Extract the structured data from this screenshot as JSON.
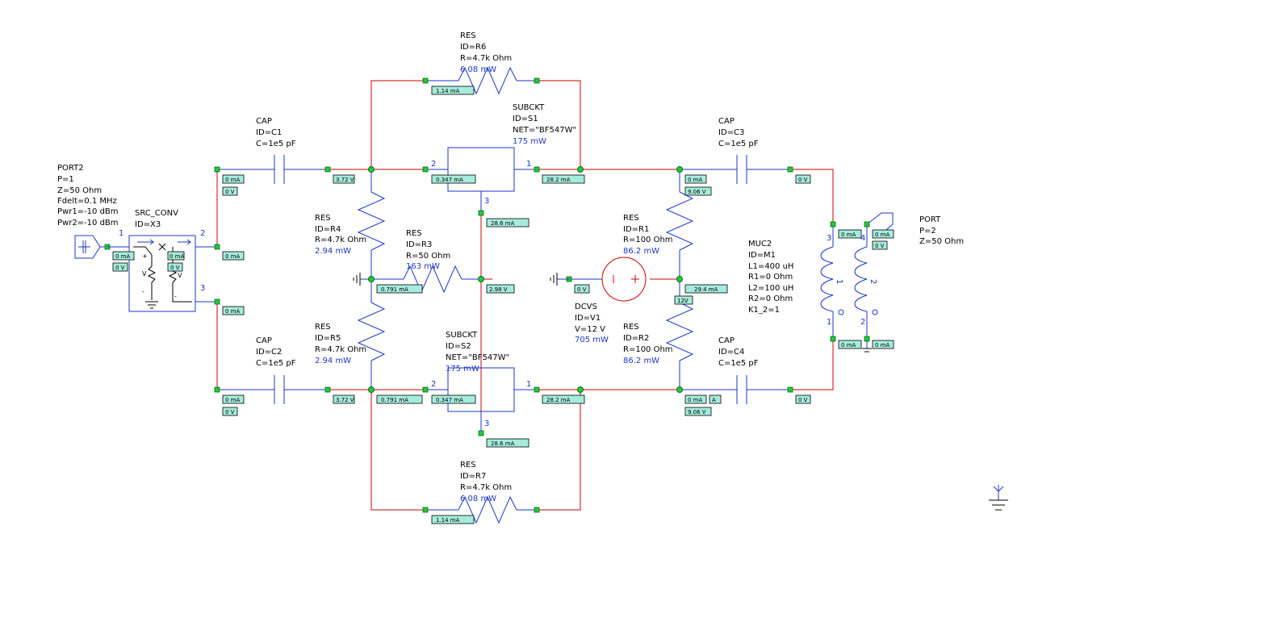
{
  "colors": {
    "wire": "#d00000",
    "component": "#1f36c8",
    "node": "#22c93a",
    "annotation_bg": "#a6ecdc",
    "source": "#d00000"
  },
  "labels": {
    "r6": [
      "RES",
      "ID=R6",
      "R=4.7k Ohm"
    ],
    "r6_power": "6.08 mW",
    "r7": [
      "RES",
      "ID=R7",
      "R=4.7k Ohm"
    ],
    "r7_power": "6.08 mW",
    "s1": [
      "SUBCKT",
      "ID=S1",
      "NET=\"BF547W\""
    ],
    "s1_power": "175 mW",
    "s2": [
      "SUBCKT",
      "ID=S2",
      "NET=\"BF547W\""
    ],
    "s2_power": "175 mW",
    "c1": [
      "CAP",
      "ID=C1",
      "C=1e5 pF"
    ],
    "c2": [
      "CAP",
      "ID=C2",
      "C=1e5 pF"
    ],
    "c3": [
      "CAP",
      "ID=C3",
      "C=1e5 pF"
    ],
    "c4": [
      "CAP",
      "ID=C4",
      "C=1e5 pF"
    ],
    "port2": [
      "PORT2",
      "P=1",
      "Z=50 Ohm",
      "Fdelt=0.1 MHz",
      "Pwr1=-10 dBm",
      "Pwr2=-10 dBm"
    ],
    "x3": [
      "SRC_CONV",
      "ID=X3"
    ],
    "r4": [
      "RES",
      "ID=R4",
      "R=4.7k Ohm"
    ],
    "r4_power": "2.94 mW",
    "r5": [
      "RES",
      "ID=R5",
      "R=4.7k Ohm"
    ],
    "r5_power": "2.94 mW",
    "r3": [
      "RES",
      "ID=R3",
      "R=50 Ohm"
    ],
    "r3_power": "163 mW",
    "r1": [
      "RES",
      "ID=R1",
      "R=100 Ohm"
    ],
    "r1_power": "86.2 mW",
    "r2": [
      "RES",
      "ID=R2",
      "R=100 Ohm"
    ],
    "r2_power": "86.2 mW",
    "v1": [
      "DCVS",
      "ID=V1",
      "V=12 V"
    ],
    "v1_power": "705 mW",
    "m1": [
      "MUC2",
      "ID=M1",
      "L1=400 uH",
      "R1=0 Ohm",
      "L2=100 uH",
      "R2=0 Ohm",
      "K1_2=1"
    ],
    "port": [
      "PORT",
      "P=2",
      "Z=50 Ohm"
    ]
  },
  "pins": {
    "s1_in": "2",
    "s1_out": "1",
    "s1_base": "3",
    "s2_in": "2",
    "s2_out": "1",
    "s2_base": "3",
    "x3_in": "1",
    "x3_out_pos": "2",
    "x3_out_neg": "3",
    "m1_p3": "3",
    "m1_p4": "4",
    "m1_p1": "1",
    "m1_p2": "2",
    "l1": "1",
    "l2": "2"
  },
  "annotations": {
    "r6_i": "1.14 mA",
    "r7_i": "1.14 mA",
    "c1_i": "0 mA",
    "c1_v": "0 V",
    "c1_vr": "3.72 V",
    "c2_i": "0 mA",
    "c2_v": "0 V",
    "c2_vr": "3.72 V",
    "s1_in_i": "0.347 mA",
    "s1_out_i": "28.2 mA",
    "s1_b_i": "28.6 mA",
    "s2_in_i": "0.347 mA",
    "s2_out_i": "28.2 mA",
    "s2_b_i": "28.6 mA",
    "c3_i": "0 mA",
    "c3_v": "9.06 V",
    "c3_vr": "0 V",
    "c4_i": "0 mA",
    "c4_i2": "A",
    "c4_v": "9.06 V",
    "c4_vr": "0 V",
    "port2_i": "0 mA",
    "port2_v": "0 V",
    "x3_i": "0 mA",
    "x3_v": "0 V",
    "x3_o1": "0 mA",
    "x3_o2": "0 mA",
    "r4_i": "0.791 mA",
    "r5_i": "0.791 mA",
    "mid_v": "2.98 V",
    "v1_v": "0 V",
    "v1_i": "29.4 mA",
    "v1_v2": "12V",
    "m1_a": "0 mA",
    "m1_b": "0 mA",
    "m1_c": "0 V",
    "m1_d": "0 mA",
    "m1_e": "0 mA"
  }
}
